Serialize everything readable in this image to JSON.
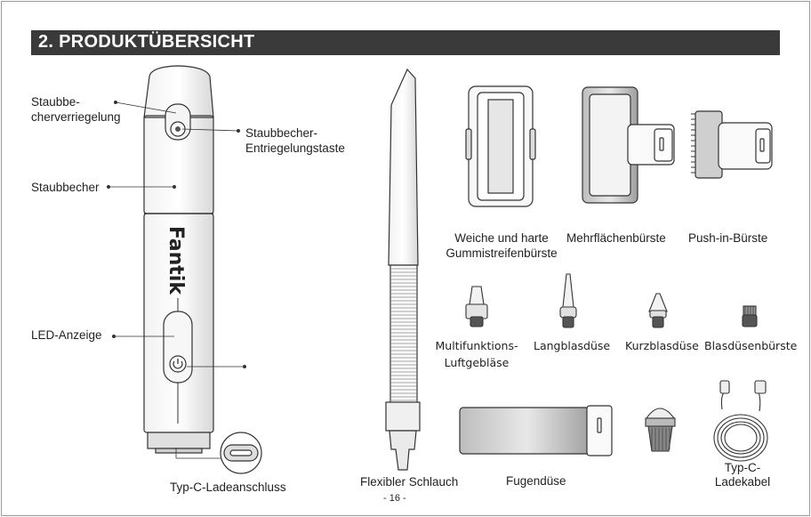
{
  "header": {
    "title": "2. PRODUKTÜBERSICHT"
  },
  "device": {
    "brand": "Fantik",
    "labels": {
      "lock_line1": "Staubbe-",
      "lock_line2": "cherverriegelung",
      "release_line1": "Staubbecher-",
      "release_line2": "Entriegelungstaste",
      "dust_cup": "Staubbecher",
      "led": "LED-Anzeige",
      "usb_port": "Typ-C-Ladeanschluss"
    }
  },
  "accessories": {
    "hose": "Flexibler Schlauch",
    "rubber_line1": "Weiche und harte",
    "rubber_line2": "Gummistreifenbürste",
    "multi_brush": "Mehrflächenbürste",
    "push_brush": "Push-in-Bürste",
    "blower_line1": "Multifunktions-",
    "blower_line2": "Luftgebläse",
    "long_nozzle": "Langblasdüse",
    "short_nozzle": "Kurzblasdüse",
    "nozzle_brush": "Blasdüsenbürste",
    "crevice": "Fugendüse",
    "cable_line1": "Typ-C-",
    "cable_line2": "Ladekabel"
  },
  "footer": {
    "page": "- 16 -"
  }
}
